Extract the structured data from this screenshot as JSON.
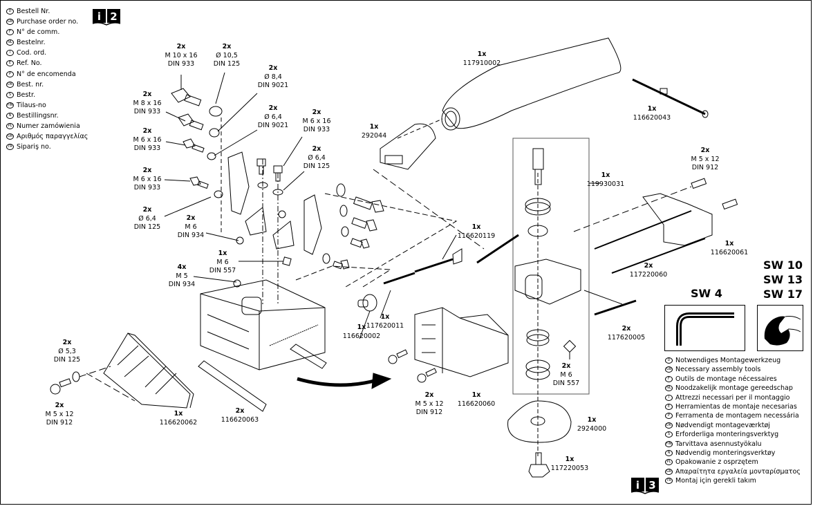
{
  "order_legend": {
    "items": [
      {
        "lang": "D",
        "text": "Bestell Nr."
      },
      {
        "lang": "GB",
        "text": "Purchase order no."
      },
      {
        "lang": "F",
        "text": "N° de comm."
      },
      {
        "lang": "NL",
        "text": "Bestelnr."
      },
      {
        "lang": "I",
        "text": "Cod. ord."
      },
      {
        "lang": "E",
        "text": "Ref. No."
      },
      {
        "lang": "P",
        "text": "N° de encomenda"
      },
      {
        "lang": "DK",
        "text": "Best. nr."
      },
      {
        "lang": "S",
        "text": "Bestr."
      },
      {
        "lang": "FIN",
        "text": "Tilaus-no"
      },
      {
        "lang": "N",
        "text": "Bestillingsnr."
      },
      {
        "lang": "PL",
        "text": "Numer zamówienia"
      },
      {
        "lang": "GR",
        "text": "Αριθμός παραγγελίας"
      },
      {
        "lang": "TR",
        "text": "Sipariş no."
      }
    ],
    "book_icon": {
      "letter": "i",
      "number": "2"
    }
  },
  "tools_legend": {
    "items": [
      {
        "lang": "D",
        "text": "Notwendiges Montagewerkzeug"
      },
      {
        "lang": "GB",
        "text": "Necessary assembly tools"
      },
      {
        "lang": "F",
        "text": "Outils de montage nécessaires"
      },
      {
        "lang": "NL",
        "text": "Noodzakelijk montage gereedschap"
      },
      {
        "lang": "I",
        "text": "Attrezzi necessari per il montaggio"
      },
      {
        "lang": "E",
        "text": "Herramientas de montaje necesarias"
      },
      {
        "lang": "P",
        "text": "Ferramenta de montagem necessária"
      },
      {
        "lang": "DK",
        "text": "Nødvendigt montageværktøj"
      },
      {
        "lang": "S",
        "text": "Erforderliga monteringsverktyg"
      },
      {
        "lang": "FIN",
        "text": "Tarvittava asennustyökalu"
      },
      {
        "lang": "N",
        "text": "Nødvendig monteringsverktøy"
      },
      {
        "lang": "PL",
        "text": "Opakowanie z osprzętem"
      },
      {
        "lang": "GR",
        "text": "Απαραίτητα εργαλεία μονταρίσματος"
      },
      {
        "lang": "TR",
        "text": "Montaj için gerekli takım"
      }
    ],
    "book_icon": {
      "letter": "i",
      "number": "3"
    }
  },
  "tools": {
    "hex_key": {
      "label": "SW 4",
      "icon": "hex-key-icon"
    },
    "wrench": {
      "labels": [
        "SW 10",
        "SW 13",
        "SW 17"
      ],
      "icon": "open-wrench-icon"
    }
  },
  "parts": [
    {
      "id": "bolt-m10",
      "qty": "2x",
      "lines": [
        "M 10 x 16",
        "DIN 933"
      ]
    },
    {
      "id": "washer-10-5",
      "qty": "2x",
      "lines": [
        "Ø 10,5",
        "DIN 125"
      ]
    },
    {
      "id": "washer-8-4",
      "qty": "2x",
      "lines": [
        "Ø 8,4",
        "DIN 9021"
      ]
    },
    {
      "id": "bolt-m8",
      "qty": "2x",
      "lines": [
        "M 8 x 16",
        "DIN 933"
      ]
    },
    {
      "id": "washer-6-4-9021",
      "qty": "2x",
      "lines": [
        "Ø 6,4",
        "DIN 9021"
      ]
    },
    {
      "id": "bolt-m6-a",
      "qty": "2x",
      "lines": [
        "M 6 x 16",
        "DIN 933"
      ]
    },
    {
      "id": "bolt-m6-b",
      "qty": "2x",
      "lines": [
        "M 6 x 16",
        "DIN 933"
      ]
    },
    {
      "id": "washer-6-4-125-b",
      "qty": "2x",
      "lines": [
        "Ø 6,4",
        "DIN 125"
      ]
    },
    {
      "id": "bolt-m6-c",
      "qty": "2x",
      "lines": [
        "M 6 x 16",
        "DIN 933"
      ]
    },
    {
      "id": "washer-6-4-125-a",
      "qty": "2x",
      "lines": [
        "Ø 6,4",
        "DIN 125"
      ]
    },
    {
      "id": "nut-m6-934",
      "qty": "2x",
      "lines": [
        "M 6",
        "DIN 934"
      ]
    },
    {
      "id": "square-nut-m6",
      "qty": "1x",
      "lines": [
        "M 6",
        "DIN 557"
      ]
    },
    {
      "id": "nut-m5",
      "qty": "4x",
      "lines": [
        "M 5",
        "DIN 934"
      ]
    },
    {
      "id": "dust-bag",
      "qty": "1x",
      "lines": [
        "117910002"
      ]
    },
    {
      "id": "adapter",
      "qty": "1x",
      "lines": [
        "292044"
      ]
    },
    {
      "id": "bag-clip",
      "qty": "1x",
      "lines": [
        "116620043"
      ]
    },
    {
      "id": "bearing-set",
      "qty": "1x",
      "lines": [
        "119930031"
      ]
    },
    {
      "id": "screw-m5-right",
      "qty": "2x",
      "lines": [
        "M 5 x 12",
        "DIN 912"
      ]
    },
    {
      "id": "spindle",
      "qty": "1x",
      "lines": [
        "116620119"
      ]
    },
    {
      "id": "guide-frame",
      "qty": "1x",
      "lines": [
        "116620061"
      ]
    },
    {
      "id": "rods",
      "qty": "2x",
      "lines": [
        "117220060"
      ]
    },
    {
      "id": "springs",
      "qty": "2x",
      "lines": [
        "117620005"
      ]
    },
    {
      "id": "spring",
      "qty": "1x",
      "lines": [
        "117620011"
      ]
    },
    {
      "id": "knob",
      "qty": "1x",
      "lines": [
        "116620002"
      ]
    },
    {
      "id": "washer-5-3",
      "qty": "2x",
      "lines": [
        "Ø 5,3",
        "DIN 125"
      ]
    },
    {
      "id": "screw-m5-left",
      "qty": "2x",
      "lines": [
        "M 5 x 12",
        "DIN 912"
      ]
    },
    {
      "id": "front-guard",
      "qty": "1x",
      "lines": [
        "116620062"
      ]
    },
    {
      "id": "slide-rails",
      "qty": "2x",
      "lines": [
        "116620063"
      ]
    },
    {
      "id": "screw-m5-mid",
      "qty": "2x",
      "lines": [
        "M 5 x 12",
        "DIN 912"
      ]
    },
    {
      "id": "housing",
      "qty": "1x",
      "lines": [
        "116620060"
      ]
    },
    {
      "id": "square-nut-m6-right",
      "qty": "2x",
      "lines": [
        "M 6",
        "DIN 557"
      ]
    },
    {
      "id": "cutter-disc",
      "qty": "1x",
      "lines": [
        "2924000"
      ]
    },
    {
      "id": "arbor-bolt",
      "qty": "1x",
      "lines": [
        "117220053"
      ]
    }
  ]
}
